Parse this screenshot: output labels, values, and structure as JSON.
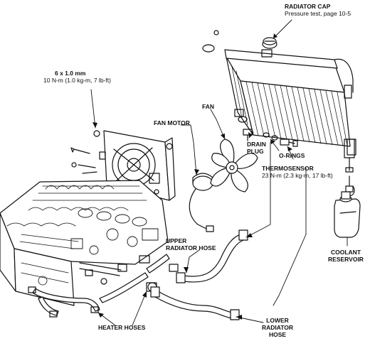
{
  "labels": {
    "radiator_cap": "RADIATOR CAP",
    "radiator_cap_sub": "Pressure test, page 10-5",
    "bolt_size": "6 x 1.0 mm",
    "bolt_torque": "10 N-m (1.0 kg-m, 7 lb-ft)",
    "fan_motor": "FAN MOTOR",
    "fan": "FAN",
    "drain_plug_1": "DRAIN",
    "drain_plug_2": "PLUG",
    "o_rings": "O-RINGS",
    "thermosensor": "THERMOSENSOR",
    "thermosensor_torque": "23 N-m (2.3 kg-m, 17 lb-ft)",
    "upper_hose_1": "UPPER",
    "upper_hose_2": "RADIATOR HOSE",
    "coolant_res_1": "COOLANT",
    "coolant_res_2": "RESERVOIR",
    "heater_hoses": "HEATER HOSES",
    "lower_hose_1": "LOWER",
    "lower_hose_2": "RADIATOR",
    "lower_hose_3": "HOSE"
  },
  "colors": {
    "ink": "#111111",
    "paper": "#ffffff"
  }
}
